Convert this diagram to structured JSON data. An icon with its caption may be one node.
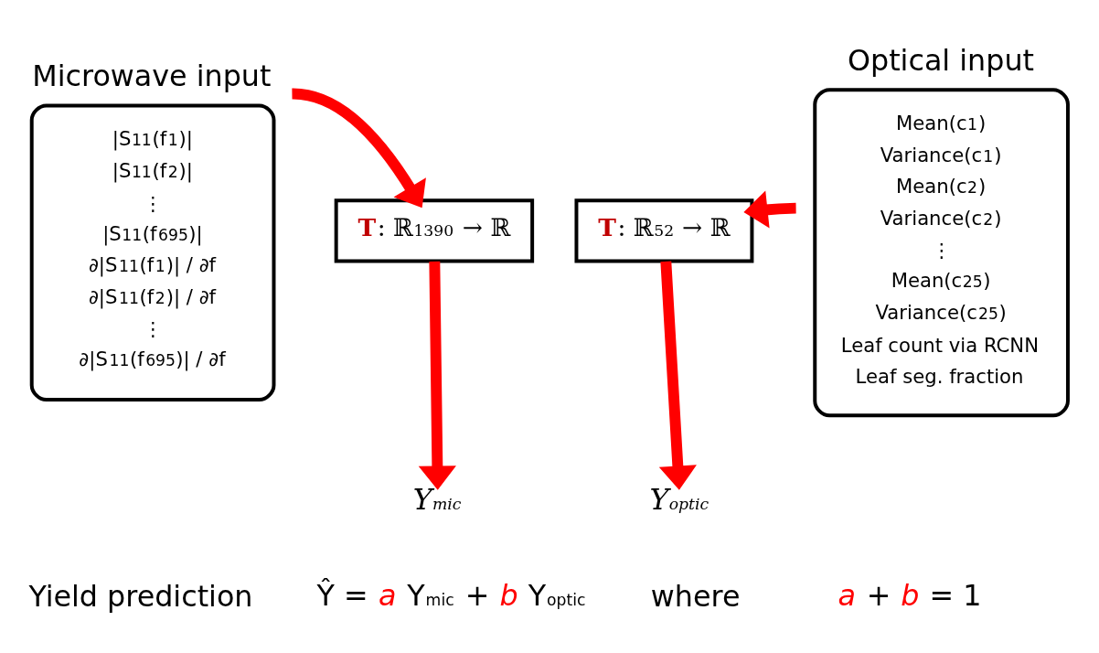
{
  "diagram": {
    "nodes": [
      {
        "text": [
          "Microwave input",
          "|S$_{11}$(f$_{1}$)|",
          "|S$_{11}$(f$_{2}$)|",
          "⋮",
          "|S$_{11}$(f$_{695}$)|",
          "∂|S$_{11}$(f$_{1}$)| / ∂f",
          "∂|S$_{11}$(f$_{2}$)| / ∂f",
          "⋮",
          "∂|S$_{11}$(f$_{695}$)| / ∂f"
        ]
      },
      {
        "text": [
          "**T**: ℝ$^{1390}$ → ℝ"
        ]
      },
      {
        "text": [
          "**T**: ℝ$^{52}$ → ℝ"
        ]
      },
      {
        "text": [
          "Optical input",
          "Mean(c$_{1}$)",
          "Variance(c$_{1}$)",
          "Mean(c$_{2}$)",
          "Variance(c$_{2}$)",
          "⋮",
          "Mean(c$_{25}$)",
          "Variance(c$_{25}$)",
          "Leaf count via RCNN",
          "Leaf seg. fraction"
        ]
      },
      {
        "text": [
          "Y$_{mic}$"
        ]
      },
      {
        "text": [
          "Y$_{optic}$"
        ]
      }
    ],
    "edges": [
      {
        "from": 0,
        "to": 1,
        "arrow": "to"
      },
      {
        "from": 3,
        "to": 2,
        "arrow": "to"
      },
      {
        "from": 1,
        "to": 4,
        "arrow": "to"
      },
      {
        "from": 2,
        "to": 5,
        "arrow": "to"
      }
    ],
    "labels": [
      "Yield prediction",
      "Ŷ = *a* Y$_{mic}$ + *b* Y$_{optic}$",
      "where",
      "*a* + *b* = 1"
    ]
  }
}
